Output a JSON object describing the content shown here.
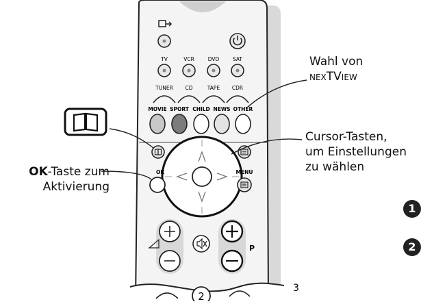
{
  "callouts": {
    "wahl": {
      "line1": "Wahl von",
      "line2": "nexTView"
    },
    "cursor": {
      "line1": "Cursor-Tasten,",
      "line2": "um Einstellungen",
      "line3": "zu wählen"
    },
    "ok": {
      "bold": "OK",
      "rest": "-Taste zum",
      "line2": "Aktivierung"
    }
  },
  "remote": {
    "source_labels": [
      "TV",
      "VCR",
      "DVD",
      "SAT"
    ],
    "audio_labels": [
      "TUNER",
      "CD",
      "TAPE",
      "CDR"
    ],
    "genre_labels": [
      "MOVIE",
      "SPORT",
      "CHILD",
      "NEWS",
      "OTHER"
    ],
    "ok_label": "OK",
    "menu_label": "MENU",
    "p_label": "P",
    "digit_2": "2"
  },
  "badges": [
    "1",
    "2"
  ],
  "page_number": "3",
  "colors": {
    "remote_body": "#f2f2f2",
    "outline": "#222222",
    "button_fill": "#e8e8e8",
    "movie_button": "#c8c8c8",
    "sport_button": "#7c7c7c"
  },
  "icons": [
    "book-icon",
    "power-icon",
    "input-icon",
    "mute-icon",
    "volume-icon"
  ]
}
